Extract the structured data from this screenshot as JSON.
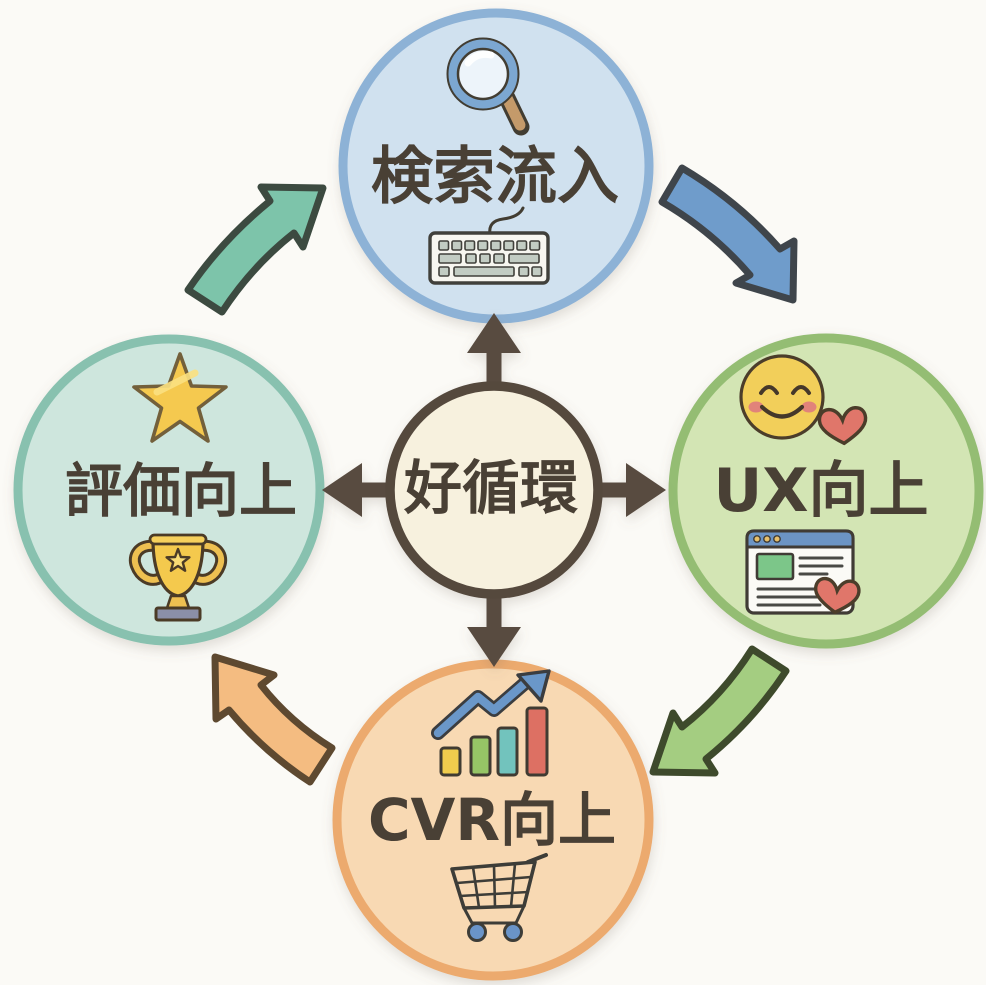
{
  "diagram": {
    "center": {
      "label": "好循環",
      "fill": "#f7f1de",
      "border": "#55493e",
      "arrow_color": "#594c41"
    },
    "nodes": {
      "search": {
        "label": "検索流入",
        "fill": "#d0e1ef",
        "border": "#8db2d6",
        "icons": [
          "magnifying-glass",
          "keyboard"
        ]
      },
      "ux": {
        "label": "UX向上",
        "fill": "#d3e5b4",
        "border": "#94bd73",
        "icons": [
          "smiley-face-with-heart",
          "browser-window-with-heart"
        ]
      },
      "cvr": {
        "label": "CVR向上",
        "fill": "#f8d9b3",
        "border": "#ecaa6e",
        "icons": [
          "rising-bar-chart",
          "shopping-cart"
        ]
      },
      "rating": {
        "label": "評価向上",
        "fill": "#cee6dd",
        "border": "#88c1af",
        "icons": [
          "star",
          "trophy"
        ]
      }
    },
    "cycle_arrows": {
      "rating_to_search": {
        "fill": "#7dc4aa",
        "outline": "#3c4a40"
      },
      "search_to_ux": {
        "fill": "#6f9ccb",
        "outline": "#3f454b"
      },
      "ux_to_cvr": {
        "fill": "#a4cd81",
        "outline": "#3e4a2c"
      },
      "cvr_to_rating": {
        "fill": "#f4bc81",
        "outline": "#5e4930"
      }
    },
    "icon_colors": {
      "magnifier_ring_blue": "#7ba7d1",
      "magnifier_handle_tan": "#c49a6b",
      "keyboard_key_gray": "#c2ccc3",
      "smiley_yellow": "#f2cf5a",
      "heart_red": "#e0766a",
      "browser_bar_blue": "#6c94c4",
      "browser_block_green": "#7cc689",
      "bar_yellow": "#f0cc4e",
      "bar_green": "#96c566",
      "bar_teal": "#72c3bd",
      "bar_red": "#dd6f63",
      "trend_arrow_blue": "#6b97c9",
      "cart_wheel_blue": "#6b94c8",
      "star_gold": "#f5c94f",
      "trophy_gold": "#f4c94e",
      "trophy_base_slate": "#8b8fa8"
    },
    "text_color": "#4a4036",
    "background": "#fbfaf6"
  }
}
